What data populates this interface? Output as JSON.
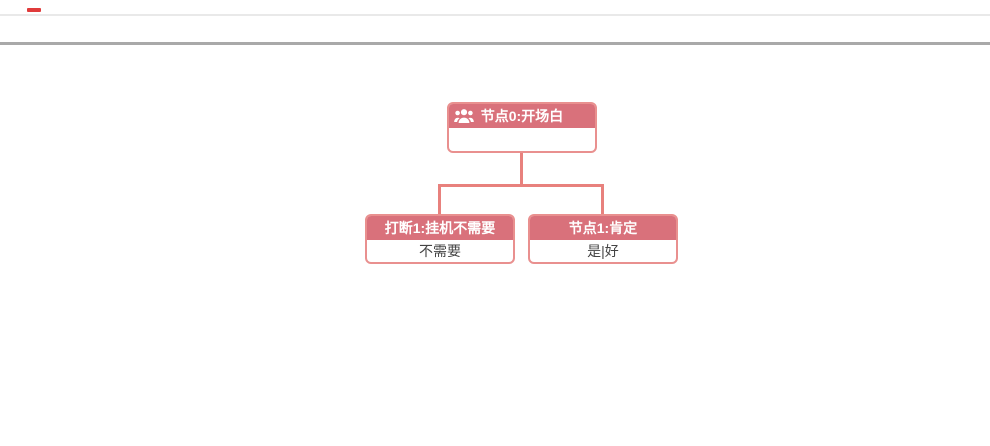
{
  "page": {
    "red_marker_color": "#e03b3b",
    "divider_light_color": "#e9e9e9",
    "divider_gray_color": "#a9a9a9",
    "background": "#ffffff"
  },
  "colors": {
    "node_border": "#e9908f",
    "node_header_bg": "#d9717b",
    "node_header_text": "#ffffff",
    "node_body_text": "#444444",
    "connector": "#e8817d"
  },
  "flowchart": {
    "root": {
      "title": "节点0:开场白",
      "body": "",
      "icon": "users-icon"
    },
    "children": [
      {
        "title": "打断1:挂机不需要",
        "body": "不需要"
      },
      {
        "title": "节点1:肯定",
        "body": "是|好"
      }
    ]
  }
}
